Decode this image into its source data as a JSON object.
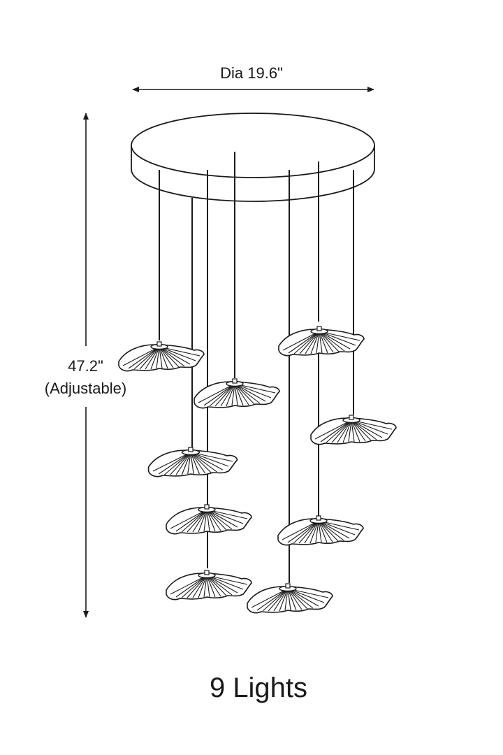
{
  "dimensions": {
    "diameter": "Dia 19.6\"",
    "height": "47.2\"",
    "height_note": "(Adjustable)"
  },
  "caption": "9 Lights",
  "colors": {
    "line": "#1a1a1a",
    "background": "#ffffff"
  }
}
